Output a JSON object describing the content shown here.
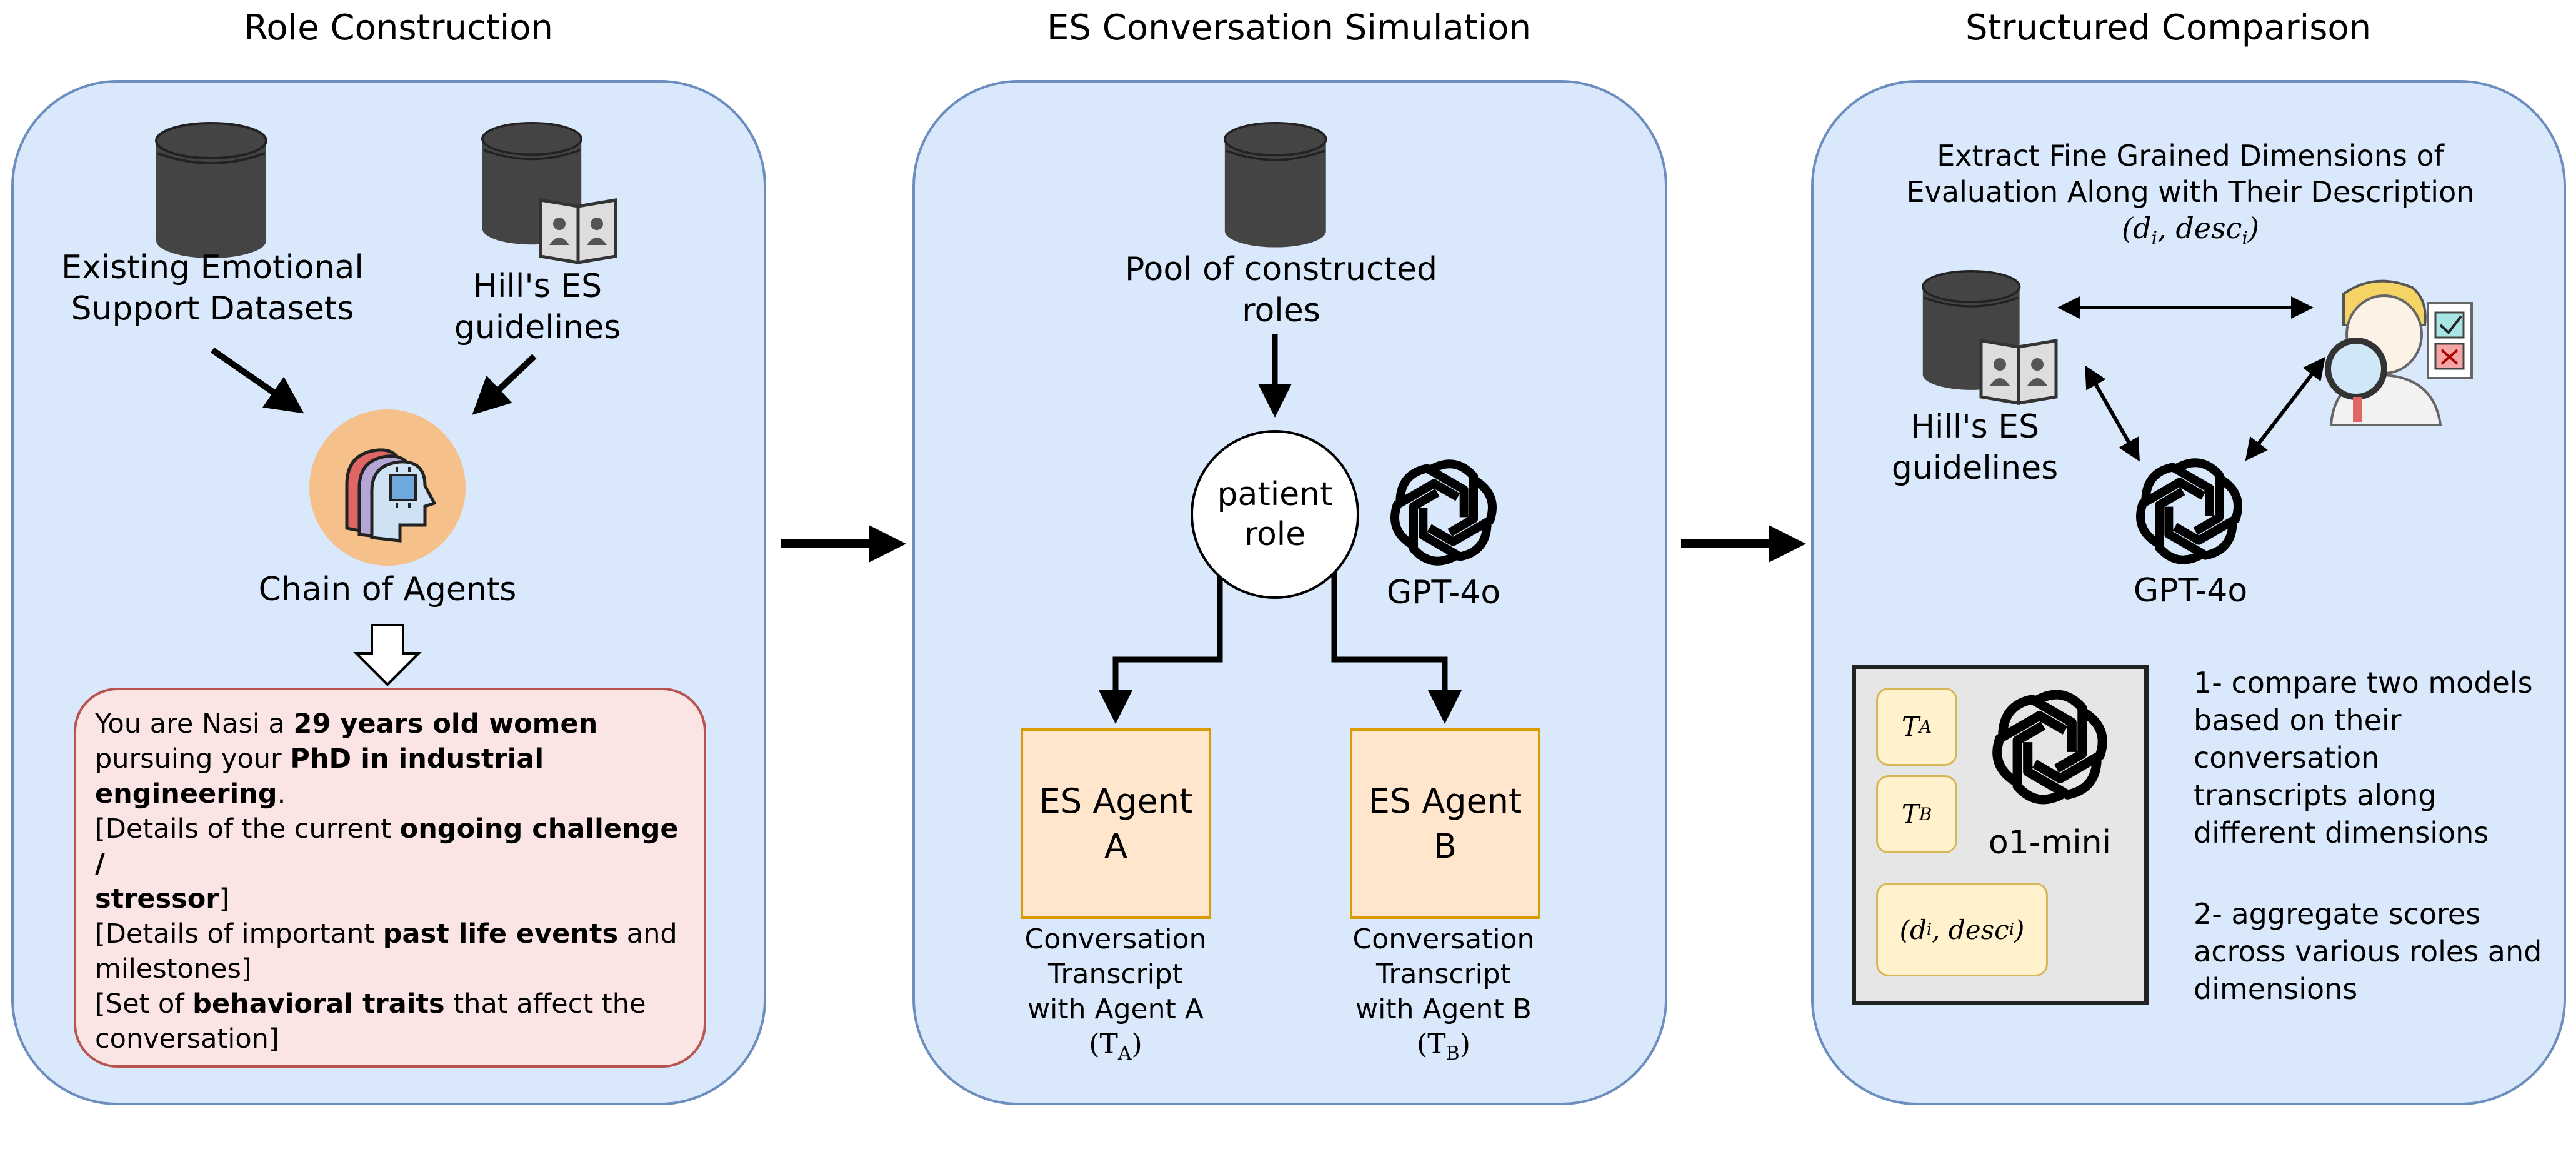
{
  "stages": {
    "role_construction": {
      "title": "Role Construction",
      "datasets_label_1": "Existing Emotional",
      "datasets_label_2": "Support Datasets",
      "guidelines_label_1": "Hill's ES",
      "guidelines_label_2": "guidelines",
      "chain_label": "Chain of Agents",
      "prompt": {
        "l1a": "You are Nasi a ",
        "l1b": "29 years old women",
        "l2a": "pursuing your ",
        "l2b": "PhD in industrial",
        "l3b": "engineering",
        "l3c": ".",
        "l4a": "[Details of the current ",
        "l4b": "ongoing challenge /",
        "l5b": "stressor",
        "l5c": "]",
        "l6a": "[Details of important ",
        "l6b": "past life events",
        "l6c": " and",
        "l7a": "milestones]",
        "l8a": "[Set of ",
        "l8b": "behavioral traits",
        "l8c": " that affect the",
        "l9a": "conversation]"
      }
    },
    "simulation": {
      "title": "ES Conversation Simulation",
      "pool_label_1": "Pool of constructed",
      "pool_label_2": "roles",
      "patient_1": "patient",
      "patient_2": "role",
      "model": "GPT-4o",
      "agent_a_1": "ES Agent",
      "agent_a_2": "A",
      "agent_b_1": "ES Agent",
      "agent_b_2": "B",
      "transcript_a": [
        "Conversation",
        "Transcript",
        "with Agent A",
        "(T",
        "A",
        ")"
      ],
      "transcript_b": [
        "Conversation",
        "Transcript",
        "with Agent B",
        "(T",
        "B",
        ")"
      ]
    },
    "comparison": {
      "title": "Structured Comparison",
      "extract_1": "Extract Fine Grained Dimensions of",
      "extract_2": "Evaluation Along with Their Description",
      "extract_3": "(d",
      "extract_3_sub": "i",
      "extract_3b": ", desc",
      "extract_3_sub2": "i",
      "extract_3c": ")",
      "guidelines_label_1": "Hill's ES",
      "guidelines_label_2": "guidelines",
      "model": "GPT-4o",
      "judge_model": "o1-mini",
      "token_a": "T",
      "token_a_sub": "A",
      "token_b": "T",
      "token_b_sub": "B",
      "token_d": "(d",
      "token_d_sub": "i",
      "token_d_b": ", desc",
      "token_d_sub2": "i",
      "token_d_c": ")",
      "step_1": [
        "1- compare two models",
        "based on their",
        "conversation",
        "transcripts along",
        "different dimensions"
      ],
      "step_2": [
        "2- aggregate scores",
        "across various roles and",
        "dimensions"
      ]
    }
  },
  "colors": {
    "panel_fill": "#dae8fc",
    "panel_border": "#6c8ebf",
    "agent_fill": "#ffe6cc",
    "agent_border": "#d79b00",
    "prompt_fill": "#fae4e4",
    "prompt_border": "#b85450",
    "token_fill": "#fff2cc"
  }
}
